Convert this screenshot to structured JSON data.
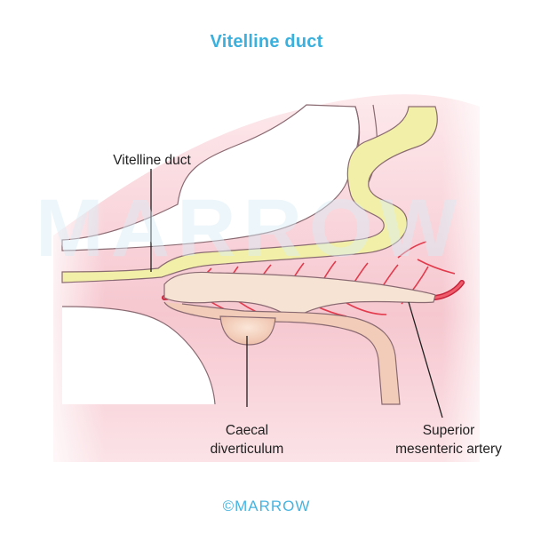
{
  "title": "Vitelline duct",
  "labels": {
    "vitelline_duct": "Vitelline duct",
    "caecal_line1": "Caecal",
    "caecal_line2": "diverticulum",
    "sma_line1": "Superior",
    "sma_line2": "mesenteric artery"
  },
  "watermark": "MARROW",
  "logo": "©MARROW",
  "colors": {
    "title": "#3bb0dd",
    "duct": "#f2f0a8",
    "artery": "#e23a4c",
    "tissue": "#f5c8cf",
    "caecum": "#f2ccb8",
    "outline": "#8a6a72"
  }
}
